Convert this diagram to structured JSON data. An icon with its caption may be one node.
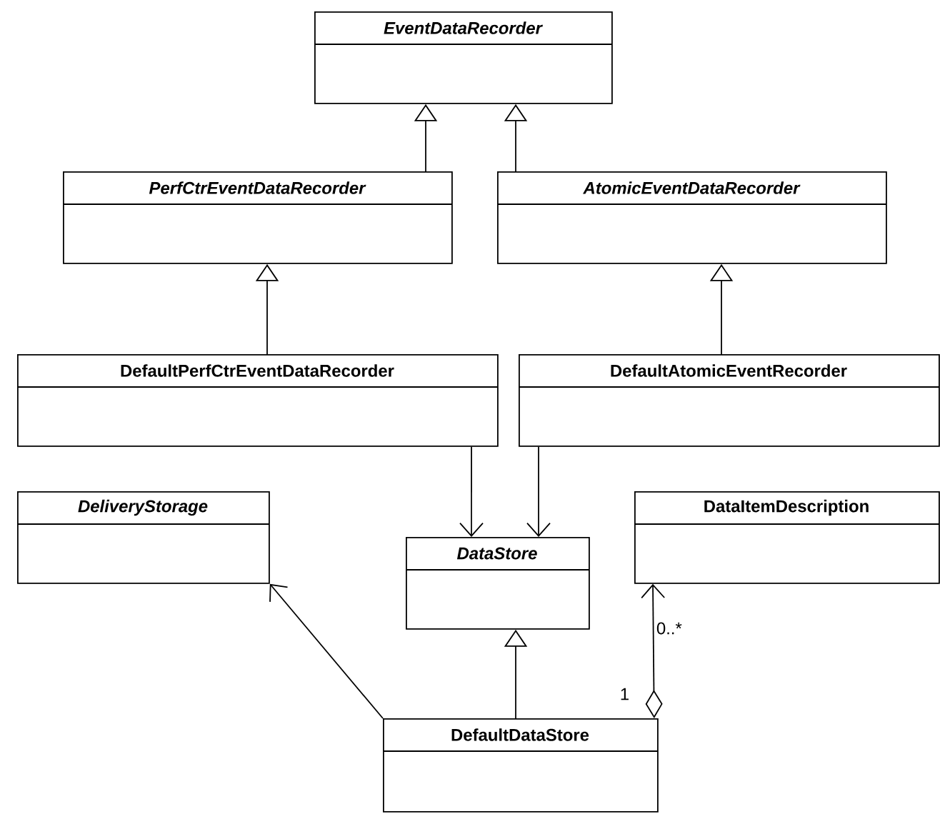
{
  "diagram": {
    "nodes": [
      {
        "text": [
          "EventDataRecorder"
        ]
      },
      {
        "text": [
          "PerfCtrEventDataRecorder"
        ]
      },
      {
        "text": [
          "AtomicEventDataRecorder"
        ]
      },
      {
        "text": [
          "DefaultPerfCtrEventDataRecorder"
        ]
      },
      {
        "text": [
          "DefaultAtomicEventRecorder"
        ]
      },
      {
        "text": [
          "DeliveryStorage"
        ]
      },
      {
        "text": [
          "DataStore"
        ]
      },
      {
        "text": [
          "DataItemDescription"
        ]
      },
      {
        "text": [
          "DefaultDataStore"
        ]
      }
    ],
    "edges": [
      {
        "from": 1,
        "to": 0,
        "arrow": "to"
      },
      {
        "from": 2,
        "to": 0,
        "arrow": "to"
      },
      {
        "from": 3,
        "to": 1,
        "arrow": "to"
      },
      {
        "from": 4,
        "to": 2,
        "arrow": "to"
      },
      {
        "from": 3,
        "to": 6,
        "arrow": "to"
      },
      {
        "from": 4,
        "to": 6,
        "arrow": "to"
      },
      {
        "from": 8,
        "to": 5,
        "arrow": "to"
      },
      {
        "from": 8,
        "to": 6,
        "arrow": "to"
      },
      {
        "from": 8,
        "to": 7,
        "arrow": "to"
      }
    ],
    "labels": [
      "0..*",
      "1"
    ]
  }
}
